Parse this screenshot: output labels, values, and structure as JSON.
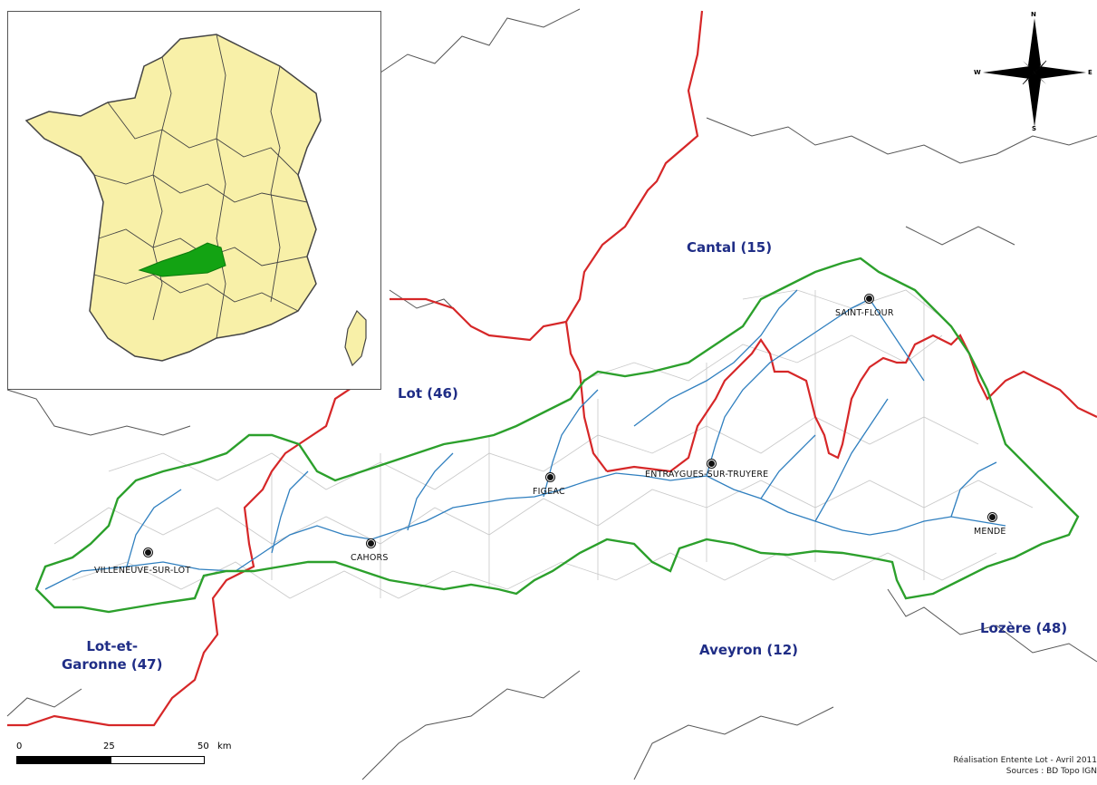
{
  "departments": [
    {
      "id": "cantal",
      "label": "Cantal (15)"
    },
    {
      "id": "lot",
      "label": "Lot (46)"
    },
    {
      "id": "lot-et-garonne",
      "line1": "Lot-et-",
      "line2": "Garonne (47)"
    },
    {
      "id": "aveyron",
      "label": "Aveyron (12)"
    },
    {
      "id": "lozere",
      "label": "Lozère (48)"
    }
  ],
  "towns": [
    {
      "id": "saint-flour",
      "label": "SAINT-FLOUR"
    },
    {
      "id": "figeac",
      "label": "FIGEAC"
    },
    {
      "id": "entraygues",
      "label": "ENTRAYGUES-SUR-TRUYERE"
    },
    {
      "id": "mende",
      "label": "MENDE"
    },
    {
      "id": "cahors",
      "label": "CAHORS"
    },
    {
      "id": "villeneuve",
      "label": "VILLENEUVE-SUR-LOT"
    }
  ],
  "compass": {
    "n": "N",
    "s": "S",
    "e": "E",
    "w": "W"
  },
  "scale": {
    "ticks": [
      "0",
      "25",
      "50"
    ],
    "unit": "km"
  },
  "credits": {
    "line1": "Réalisation Entente Lot - Avril 2011",
    "line2": "Sources : BD Topo IGN"
  },
  "colors": {
    "basin_outline": "#2ca02c",
    "department_border": "#d62728",
    "rivers": "#2f7fbf",
    "communes": "#c8c8c8",
    "neighbour_borders": "#555555",
    "dept_labels": "#1f2d86",
    "inset_france_fill": "#f8f0a8",
    "inset_basin_fill": "#13a313"
  },
  "icons": {
    "compass": "compass-rose-icon",
    "town": "town-dot-icon"
  }
}
